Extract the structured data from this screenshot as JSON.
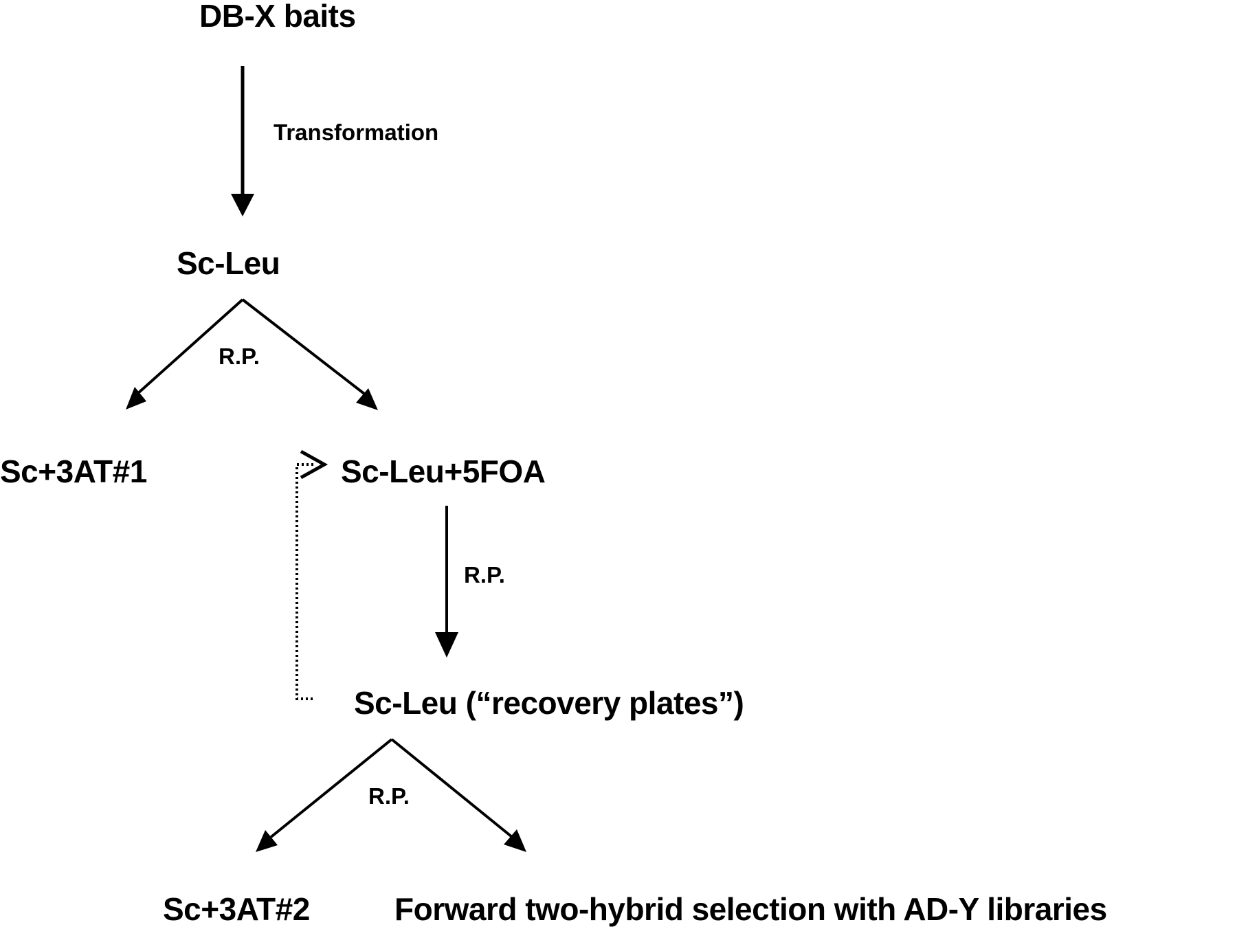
{
  "nodes": {
    "db_x_baits": "DB-X baits",
    "sc_leu": "Sc-Leu",
    "sc_3at_1": "Sc+3AT#1",
    "sc_leu_5foa": "Sc-Leu+5FOA",
    "sc_leu_recovery": "Sc-Leu (“recovery plates”)",
    "sc_3at_2": "Sc+3AT#2",
    "forward_selection": "Forward two-hybrid selection with AD-Y libraries"
  },
  "edge_labels": {
    "transformation": "Transformation",
    "rp_1": "R.P.",
    "rp_2": "R.P.",
    "rp_3": "R.P."
  },
  "colors": {
    "ink": "#000000",
    "background": "#ffffff"
  }
}
